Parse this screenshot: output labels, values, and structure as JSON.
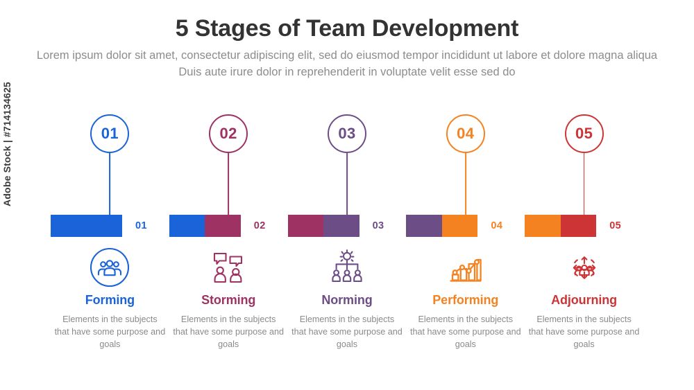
{
  "watermark": {
    "text": "Adobe Stock | #714134625"
  },
  "header": {
    "title": "5 Stages of Team Development",
    "subtitle": "Lorem ipsum dolor sit amet, consectetur adipiscing elit, sed do eiusmod tempor incididunt ut labore et dolore magna aliqua Duis aute irure dolor in reprehenderit in voluptate velit esse sed do"
  },
  "colors": {
    "stage1": "#1a63d8",
    "stage2": "#9e3263",
    "stage3": "#6d4d86",
    "stage4": "#f58220",
    "stage5": "#cd3435",
    "title_text": "#333333",
    "body_text": "#8a8a8a",
    "background": "#ffffff"
  },
  "stages": [
    {
      "number": "01",
      "bar_label": "01",
      "title": "Forming",
      "description": "Elements in the subjects that have  some purpose and goals",
      "color": "#1a63d8",
      "bar_left_color": "#1a63d8",
      "bar_right_color": "#1a63d8",
      "icon": "group-of-people-icon"
    },
    {
      "number": "02",
      "bar_label": "02",
      "title": "Storming",
      "description": "Elements in the subjects that have  some purpose and goals",
      "color": "#9e3263",
      "bar_left_color": "#1a63d8",
      "bar_right_color": "#9e3263",
      "icon": "two-people-talking-icon"
    },
    {
      "number": "03",
      "bar_label": "03",
      "title": "Norming",
      "description": "Elements in the subjects that have  some purpose and goals",
      "color": "#6d4d86",
      "bar_left_color": "#9e3263",
      "bar_right_color": "#6d4d86",
      "icon": "org-chart-idea-icon"
    },
    {
      "number": "04",
      "bar_label": "04",
      "title": "Performing",
      "description": "Elements in the subjects that have  some purpose and goals",
      "color": "#f58220",
      "bar_left_color": "#6d4d86",
      "bar_right_color": "#f58220",
      "icon": "growth-bar-chart-icon"
    },
    {
      "number": "05",
      "bar_label": "05",
      "title": "Adjourning",
      "description": "Elements in the subjects that have  some purpose and goals",
      "color": "#cd3435",
      "bar_left_color": "#f58220",
      "bar_right_color": "#cd3435",
      "icon": "group-dispersing-arrows-icon"
    }
  ]
}
